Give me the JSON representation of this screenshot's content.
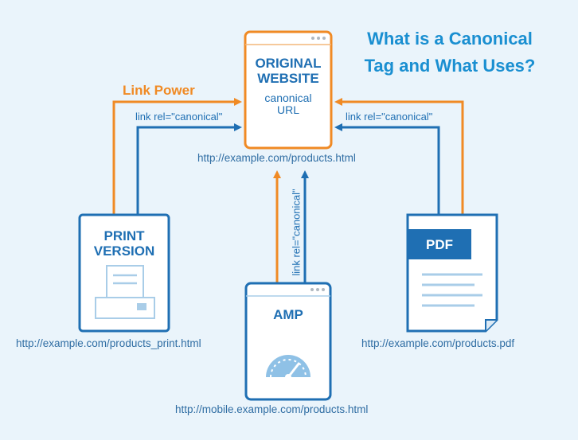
{
  "title_lines": [
    "What is a Canonical",
    "Tag and What Uses?"
  ],
  "link_power_label": "Link Power",
  "rel_canonical_label": "link rel=\"canonical\"",
  "nodes": {
    "original": {
      "title_lines": [
        "ORIGINAL",
        "WEBSITE"
      ],
      "sub_lines": [
        "canonical",
        "URL"
      ],
      "url": "http://example.com/products.html"
    },
    "print": {
      "title_lines": [
        "PRINT",
        "VERSION"
      ],
      "url": "http://example.com/products_print.html",
      "icon": "printer-icon"
    },
    "amp": {
      "title": "AMP",
      "url": "http://mobile.example.com/products.html",
      "icon": "speedometer-icon"
    },
    "pdf": {
      "title": "PDF",
      "url": "http://example.com/products.pdf",
      "icon": "pdf-document-icon"
    }
  },
  "colors": {
    "blue": "#1f6fb3",
    "orange": "#f08a24",
    "title_blue": "#1a8fd1",
    "light_blue": "#a9cde8"
  }
}
